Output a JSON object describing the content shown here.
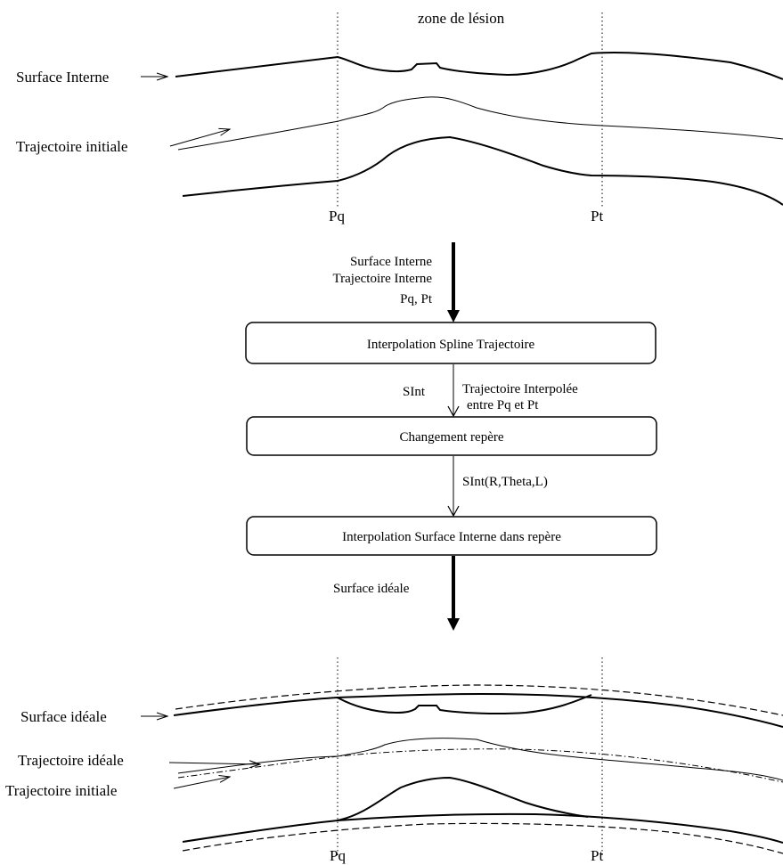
{
  "top": {
    "zone_label": "zone de lésion",
    "surface_interne_label": "Surface Interne",
    "trajectoire_initiale_label": "Trajectoire initiale",
    "pq_label": "Pq",
    "pt_label": "Pt"
  },
  "flow": {
    "input_line1": "Surface Interne",
    "input_line2": "Trajectoire  Interne",
    "input_line3": "Pq, Pt",
    "step1": "Interpolation Spline Trajectoire",
    "sint_label": "SInt",
    "traj_interp_line1": "Trajectoire  Interpolée",
    "traj_interp_line2": "entre Pq et Pt",
    "step2": "Changement repère",
    "sint_coords": "SInt(R,Theta,L)",
    "step3": "Interpolation Surface Interne dans repère",
    "output_label": "Surface idéale"
  },
  "bottom": {
    "surface_ideale_label": "Surface idéale",
    "trajectoire_ideale_label": "Trajectoire idéale",
    "trajectoire_initiale_label": "Trajectoire initiale",
    "pq_label": "Pq",
    "pt_label": "Pt"
  }
}
